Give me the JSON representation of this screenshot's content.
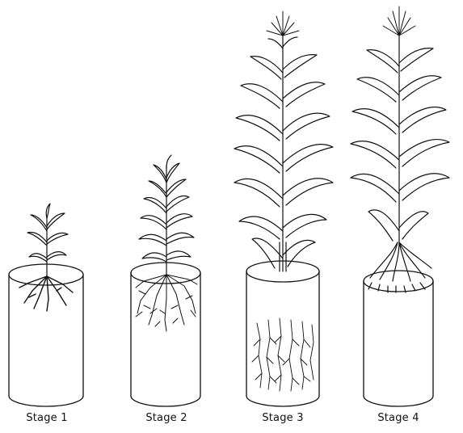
{
  "stages": [
    {
      "label": "Stage 1"
    },
    {
      "label": "Stage 2"
    },
    {
      "label": "Stage 3"
    },
    {
      "label": "Stage 4"
    }
  ],
  "colors": {
    "ink": "#111111",
    "background": "#ffffff"
  }
}
